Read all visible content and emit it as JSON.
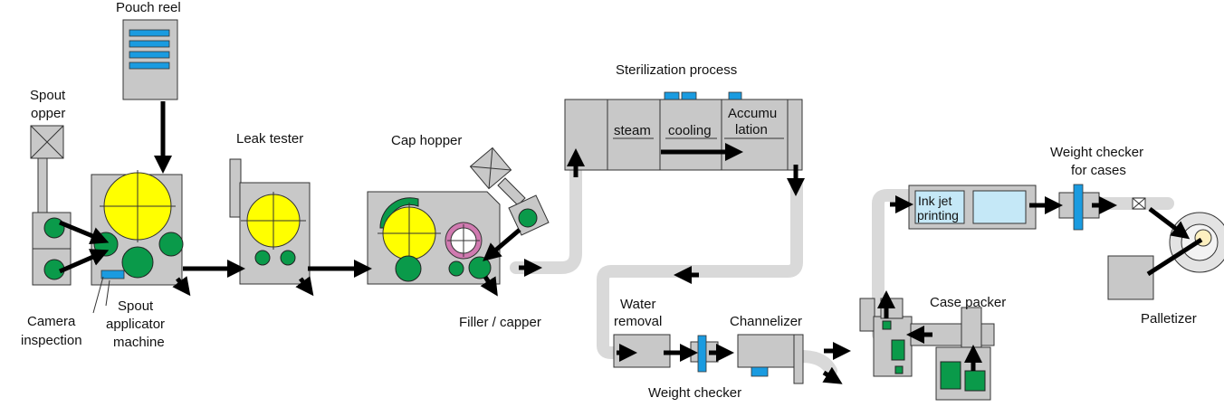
{
  "labels": {
    "pouch_reel": "Pouch reel",
    "spout_opper_1": "Spout",
    "spout_opper_2": "opper",
    "spout_applicator_1": "Spout",
    "spout_applicator_2": "applicator",
    "spout_applicator_3": "machine",
    "camera_inspection_1": "Camera",
    "camera_inspection_2": "inspection",
    "leak_tester": "Leak tester",
    "cap_hopper": "Cap hopper",
    "filler_capper": "Filler / capper",
    "sterilization_process": "Sterilization process",
    "steam": "steam",
    "cooling": "cooling",
    "accumulation_1": "Accumu",
    "accumulation_2": "lation",
    "water_removal_1": "Water",
    "water_removal_2": "removal",
    "channelizer": "Channelizer",
    "weight_checker": "Weight checker",
    "case_packer": "Case packer",
    "ink_jet_1": "Ink jet",
    "ink_jet_2": "printing",
    "weight_checker_cases_1": "Weight checker",
    "weight_checker_cases_2": "for cases",
    "palletizer": "Palletizer"
  },
  "colors": {
    "machine": "#c8c8c8",
    "yellow_drum": "#ffff00",
    "green_wheel": "#0a9a4a",
    "blue_part": "#1a9be0",
    "conveyor": "#d9d9d9",
    "printer_screen": "#c5e8f7",
    "seal_ring": "#d07ab0"
  },
  "icons": [
    "arrow-icon",
    "x-box-icon"
  ]
}
